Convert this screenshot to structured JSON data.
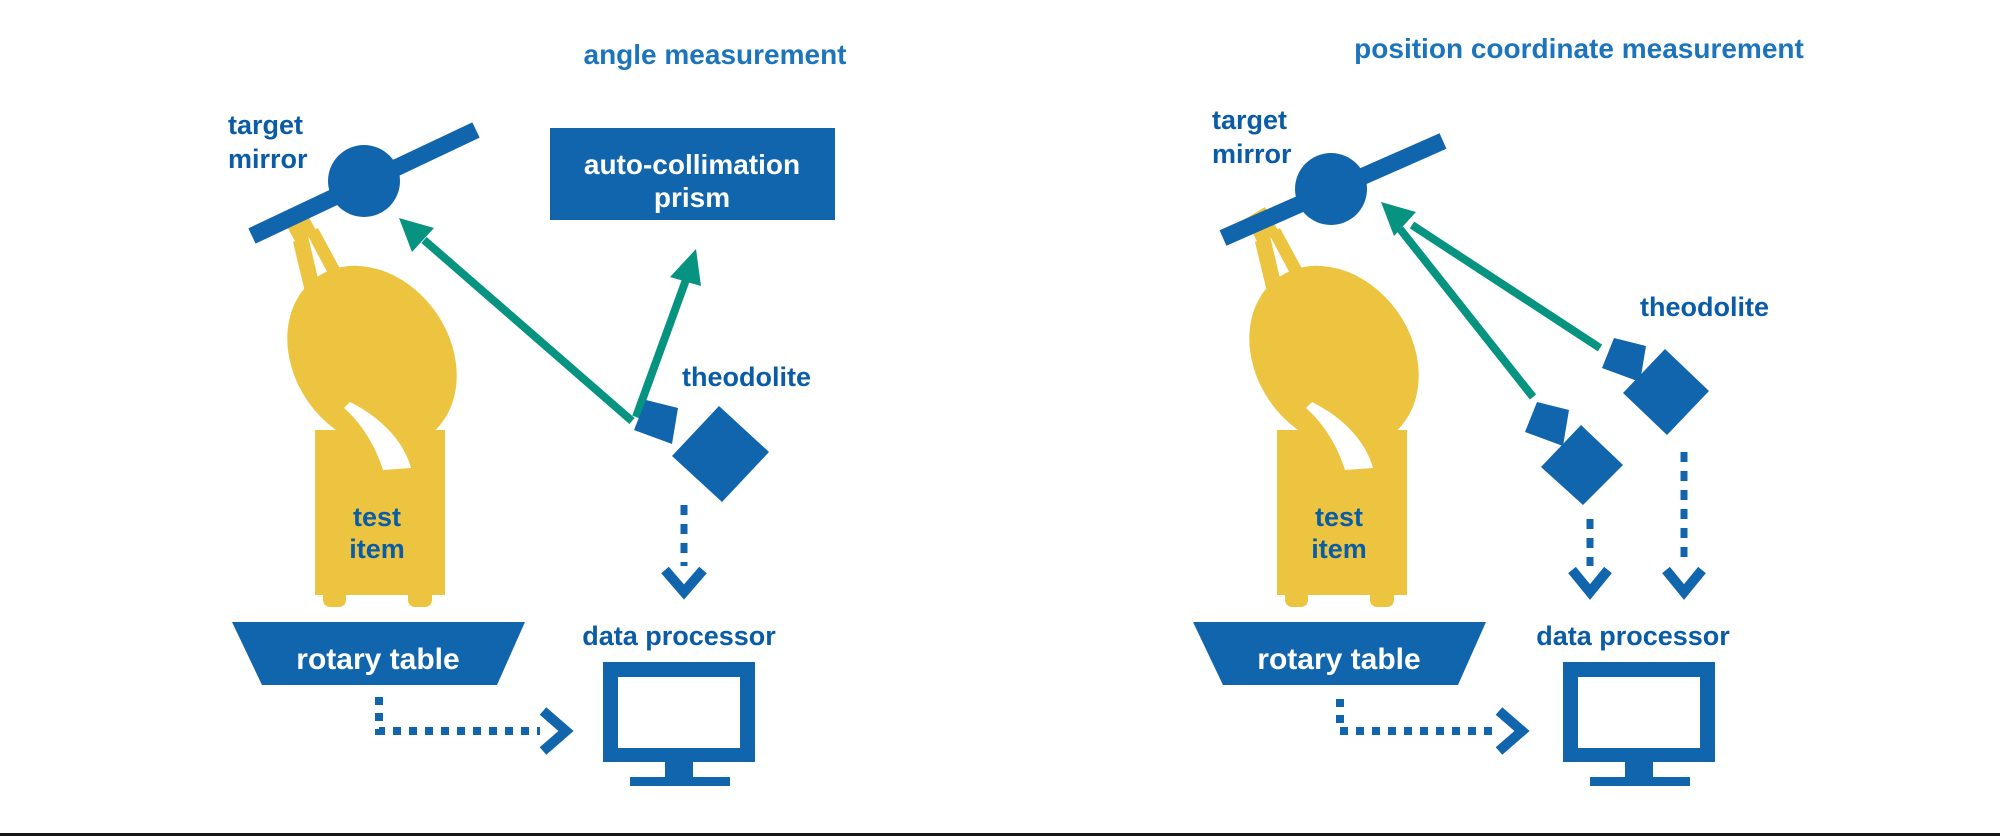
{
  "colors": {
    "shape_blue": "#1165AD",
    "label_blue": "#0A5CA6",
    "title_blue": "#1B74BC",
    "beam_teal": "#069380",
    "item_yellow": "#EDC440",
    "monitor_screen_white": "#FFFFFF"
  },
  "left_diagram": {
    "title": "angle measurement",
    "target_mirror_label": [
      "target",
      "mirror"
    ],
    "prism_label": [
      "auto-collimation",
      "prism"
    ],
    "theodolite_label": "theodolite",
    "test_item_label": [
      "test",
      "item"
    ],
    "rotary_table_label": "rotary table",
    "data_processor_label": "data processor"
  },
  "right_diagram": {
    "title": "position coordinate measurement",
    "target_mirror_label": [
      "target",
      "mirror"
    ],
    "theodolite_label": "theodolite",
    "test_item_label": [
      "test",
      "item"
    ],
    "rotary_table_label": "rotary table",
    "data_processor_label": "data processor"
  }
}
